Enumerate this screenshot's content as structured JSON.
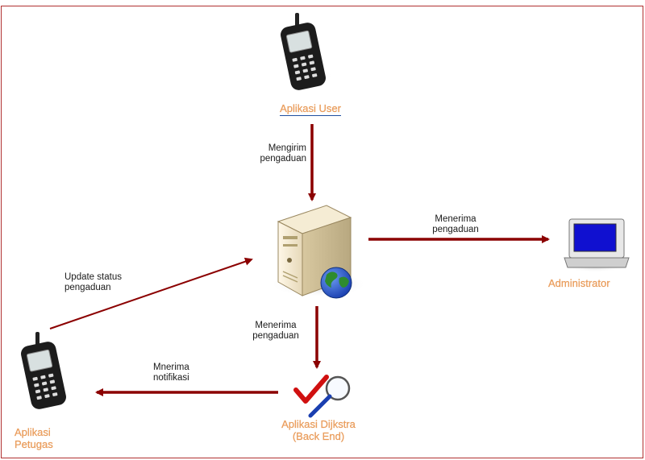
{
  "nodes": {
    "user_app": {
      "label": "Aplikasi User"
    },
    "server": {
      "label": ""
    },
    "admin": {
      "label": "Administrator"
    },
    "dijkstra": {
      "label_line1": "Aplikasi Dijkstra",
      "label_line2": "(Back End)"
    },
    "officer_app": {
      "label_line1": "Aplikasi",
      "label_line2": "Petugas"
    }
  },
  "edges": {
    "user_to_server": {
      "line1": "Mengirim",
      "line2": "pengaduan"
    },
    "server_to_admin": {
      "line1": "Menerima",
      "line2": "pengaduan"
    },
    "server_to_dijkstra": {
      "line1": "Menerima",
      "line2": "pengaduan"
    },
    "dijkstra_to_officer": {
      "line1": "Mnerima",
      "line2": "notifikasi"
    },
    "officer_to_server": {
      "line1": "Update status",
      "line2": "pengaduan"
    }
  },
  "colors": {
    "arrow": "#8b0000",
    "node_label": "#f0a060",
    "frame": "#b03030",
    "monitor_screen": "#1010d0",
    "globe_blue": "#1a3fb0",
    "globe_green": "#2e8b2e",
    "check_red": "#d01010"
  },
  "icons": {
    "user_app": "mobile-phone-icon",
    "officer_app": "mobile-phone-icon",
    "server": "server-tower-with-globe-icon",
    "admin": "desktop-computer-icon",
    "dijkstra": "checkmark-magnifier-icon"
  }
}
